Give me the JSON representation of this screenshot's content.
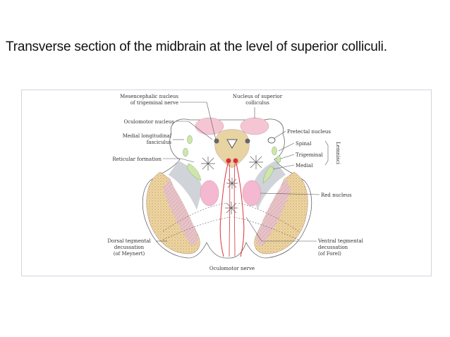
{
  "title": "Transverse section of the midbrain at the level of superior colliculi.",
  "labels": {
    "mesencephalic_1": "Mesencephalic nucleus",
    "mesencephalic_2": "of trigeminal nerve",
    "sup_colliculus_1": "Nucleus of superior",
    "sup_colliculus_2": "colliculus",
    "oculomotor_nucleus": "Oculomotor nucleus",
    "mlf_1": "Medial longitudinal",
    "mlf_2": "fasciculus",
    "reticular": "Reticular formation",
    "pretectal": "Pretectal nucleus",
    "spinal": "Spinal",
    "trigeminal": "Trigeminal",
    "medial": "Medial",
    "lemnisci": "Lemnisci",
    "red_nucleus": "Red nucleus",
    "dorsal_1": "Dorsal tegmental",
    "dorsal_2": "decussation",
    "dorsal_3": "(of Meynert)",
    "ventral_1": "Ventral tegmental",
    "ventral_2": "decussation",
    "ventral_3": "(of Forel)",
    "oculomotor_nerve": "Oculomotor nerve"
  },
  "colors": {
    "colliculus": "#f4c6d4",
    "periaqueductal": "#e8d3a2",
    "red_nucleus": "#f4b8d0",
    "crus": "#f0d7a0",
    "substantia_nigra": "#e6c3c8",
    "lemniscus_green": "#cfe6a8",
    "oculomotor_red": "#d8323c",
    "gray_band": "#c8ccd2"
  }
}
